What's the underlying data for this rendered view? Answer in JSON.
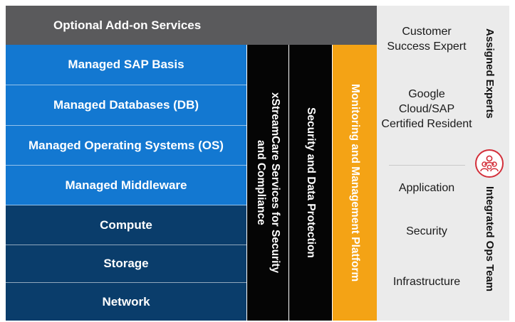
{
  "header": {
    "title": "Optional Add-on Services"
  },
  "stack_rows": [
    {
      "label": "Managed SAP Basis",
      "tone": "light"
    },
    {
      "label": "Managed Databases (DB)",
      "tone": "light"
    },
    {
      "label": "Managed Operating Systems (OS)",
      "tone": "light"
    },
    {
      "label": "Managed Middleware",
      "tone": "light"
    },
    {
      "label": "Compute",
      "tone": "dark"
    },
    {
      "label": "Storage",
      "tone": "dark"
    },
    {
      "label": "Network",
      "tone": "dark"
    }
  ],
  "vertical_columns": {
    "xstreamcare": {
      "line1": "xStreamCare Services for Security",
      "line2": "and Compliance"
    },
    "security": {
      "label": "Security and Data Protection"
    },
    "monitoring": {
      "label": "Monitoring and Management Platform"
    }
  },
  "side_panel": {
    "assigned_experts_title": "Assigned Experts",
    "integrated_ops_title": "Integrated Ops Team",
    "experts": [
      "Customer Success Expert",
      "Google Cloud/SAP Certified Resident"
    ],
    "ops": [
      "Application",
      "Security",
      "Infrastructure"
    ],
    "badge_icon": "team-people-icon"
  },
  "colors": {
    "header_gray": "#5a5a5c",
    "managed_blue": "#1378d1",
    "infra_navy": "#0a3d6b",
    "black_column": "#050505",
    "orange_column": "#f4a315",
    "side_panel_gray": "#ebebeb",
    "badge_red": "#d32f3a"
  }
}
